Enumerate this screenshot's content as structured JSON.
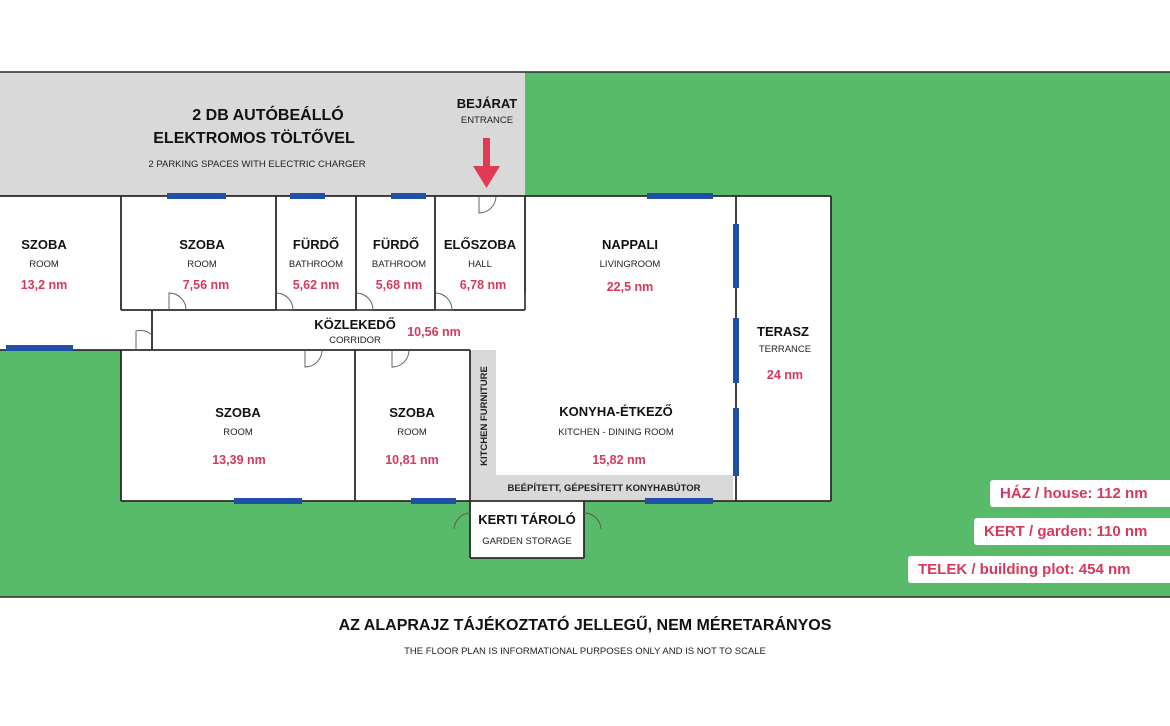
{
  "colors": {
    "garden": "#58bb6a",
    "parking": "#d9d9d9",
    "wall": "#2b2b2b",
    "window": "#1f4fa6",
    "accent": "#d6395c",
    "arrow": "#e23a55"
  },
  "parking": {
    "title_line1": "2 DB AUTÓBEÁLLÓ",
    "title_line2": "ELEKTROMOS TÖLTŐVEL",
    "subtitle": "2 PARKING SPACES WITH ELECTRIC CHARGER"
  },
  "entrance": {
    "title": "BEJÁRAT",
    "subtitle": "ENTRANCE",
    "icon": "arrow-down-icon"
  },
  "rooms": {
    "szoba1": {
      "name": "SZOBA",
      "sub": "ROOM",
      "area": "13,2 nm"
    },
    "szoba2": {
      "name": "SZOBA",
      "sub": "ROOM",
      "area": "7,56 nm"
    },
    "furdo1": {
      "name": "FÜRDŐ",
      "sub": "BATHROOM",
      "area": "5,62 nm"
    },
    "furdo2": {
      "name": "FÜRDŐ",
      "sub": "BATHROOM",
      "area": "5,68 nm"
    },
    "eloszoba": {
      "name": "ELŐSZOBA",
      "sub": "HALL",
      "area": "6,78 nm"
    },
    "nappali": {
      "name": "NAPPALI",
      "sub": "LIVINGROOM",
      "area": "22,5 nm"
    },
    "terasz": {
      "name": "TERASZ",
      "sub": "TERRANCE",
      "area": "24 nm"
    },
    "kozlekedo": {
      "name": "KÖZLEKEDŐ",
      "sub": "CORRIDOR",
      "area": "10,56 nm"
    },
    "szoba3": {
      "name": "SZOBA",
      "sub": "ROOM",
      "area": "13,39 nm"
    },
    "szoba4": {
      "name": "SZOBA",
      "sub": "ROOM",
      "area": "10,81 nm"
    },
    "konyha": {
      "name": "KONYHA-ÉTKEZŐ",
      "sub": "KITCHEN - DINING ROOM",
      "area": "15,82 nm"
    },
    "kerti": {
      "name": "KERTI TÁROLÓ",
      "sub": "GARDEN STORAGE"
    }
  },
  "kitchen_furniture_vertical": "KITCHEN FURNITURE",
  "kitchen_furniture_horizontal": "BEÉPÍTETT, GÉPESÍTETT KONYHABÚTOR",
  "summary": {
    "house": "HÁZ / house: 112 nm",
    "garden": "KERT / garden: 110 nm",
    "plot": "TELEK / building plot:  454 nm"
  },
  "footer": {
    "title": "AZ ALAPRAJZ TÁJÉKOZTATÓ JELLEGŰ, NEM MÉRETARÁNYOS",
    "subtitle": "THE FLOOR PLAN IS INFORMATIONAL PURPOSES ONLY AND IS NOT TO SCALE"
  }
}
